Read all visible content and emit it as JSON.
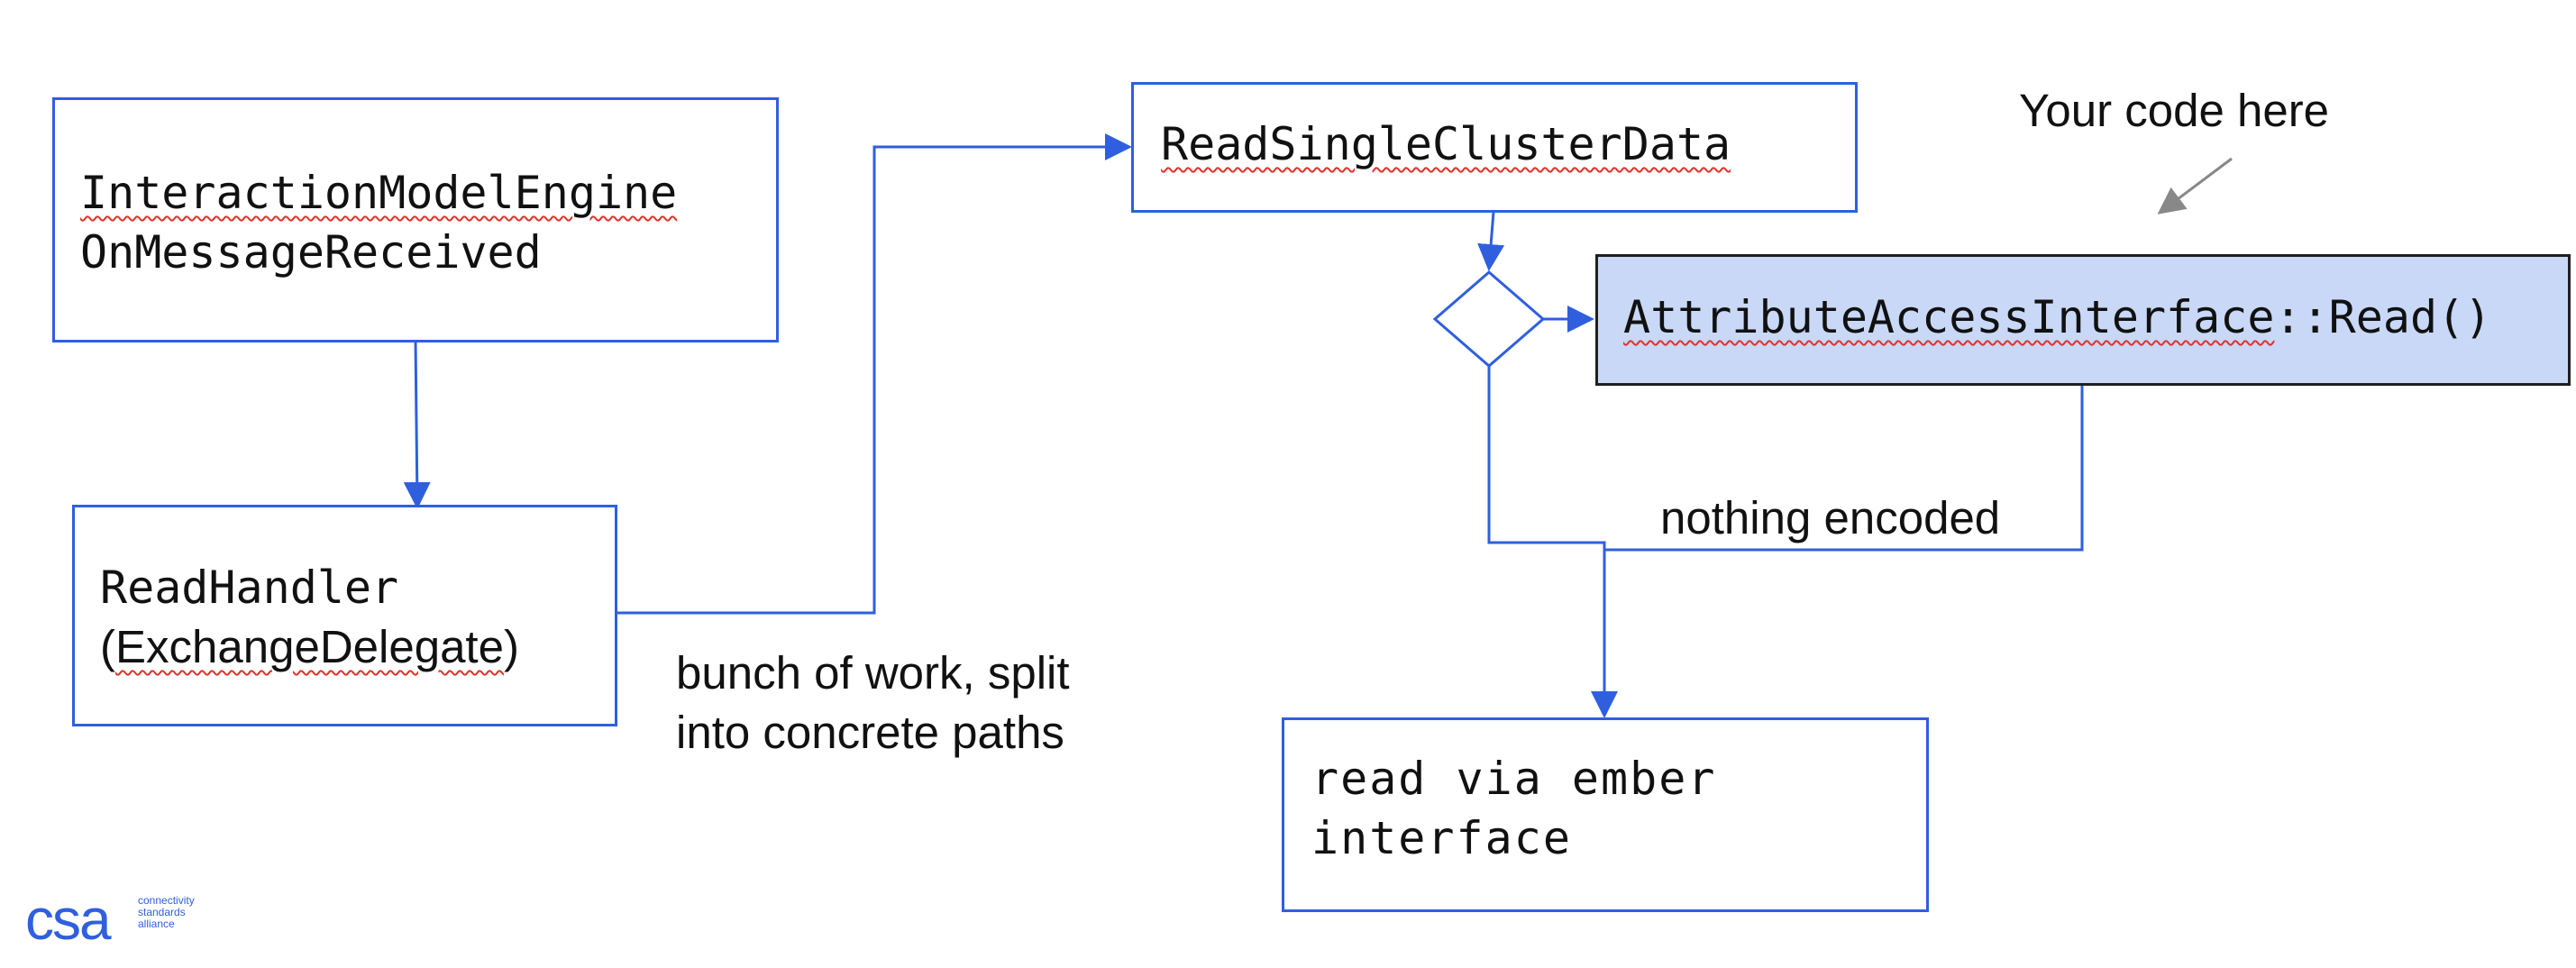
{
  "nodes": {
    "ime": {
      "line1": "InteractionModelEngine",
      "line2": "OnMessageReceived"
    },
    "read_handler": {
      "line1": "ReadHandler",
      "line2_prefix": "(",
      "line2_word": "ExchangeDelegate",
      "line2_suffix": ")"
    },
    "read_single": {
      "label": "ReadSingleClusterData"
    },
    "aai": {
      "word": "AttributeAccessInterface",
      "suffix": "::Read()"
    },
    "ember": {
      "line1": "read via ember",
      "line2": "interface"
    }
  },
  "annotations": {
    "bunch_line1": "bunch of work, split",
    "bunch_line2": "into concrete paths",
    "nothing_encoded": "nothing encoded",
    "your_code": "Your code here"
  },
  "logo": {
    "mark": "csa",
    "line1": "connectivity",
    "line2": "standards",
    "line3": "alliance"
  },
  "colors": {
    "accent": "#2f5fdf",
    "highlight_fill": "#c8d8f6",
    "spellcheck": "#e0332a",
    "pointer": "#888888"
  }
}
